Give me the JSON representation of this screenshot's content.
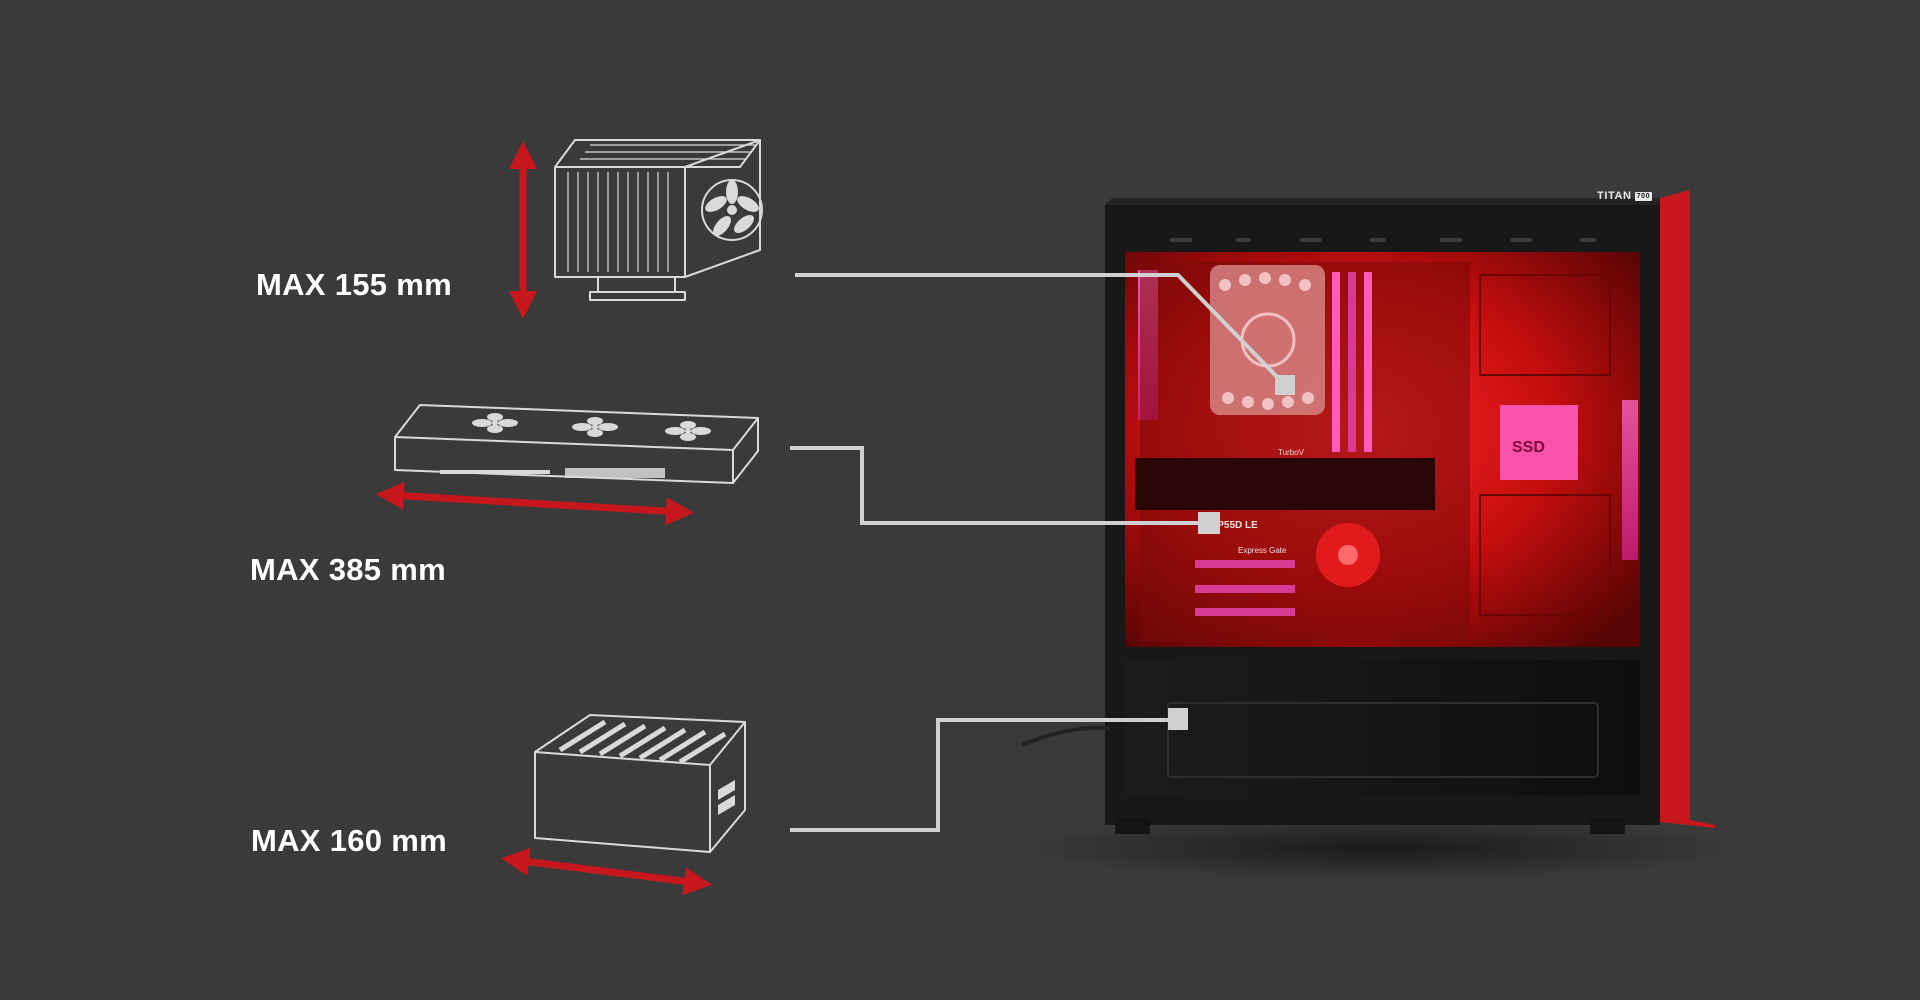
{
  "colors": {
    "background": "#3a3a3a",
    "accent_red": "#c8161d",
    "outline": "#d9d9d9",
    "connector": "#d0d0d0"
  },
  "specs": [
    {
      "id": "cpu-cooler",
      "label": "MAX 155 mm",
      "icon": "cpu-cooler-icon"
    },
    {
      "id": "graphics-card",
      "label": "MAX 385 mm",
      "icon": "graphics-card-icon"
    },
    {
      "id": "power-supply",
      "label": "MAX 160 mm",
      "icon": "power-supply-icon"
    }
  ],
  "case": {
    "logo_text": "TITAN",
    "logo_badge": "700",
    "motherboard_text": "P7P55D LE",
    "express_gate_text": "Express Gate",
    "gpu_brand_text": "TurboV",
    "ssd_text": "SSD"
  }
}
